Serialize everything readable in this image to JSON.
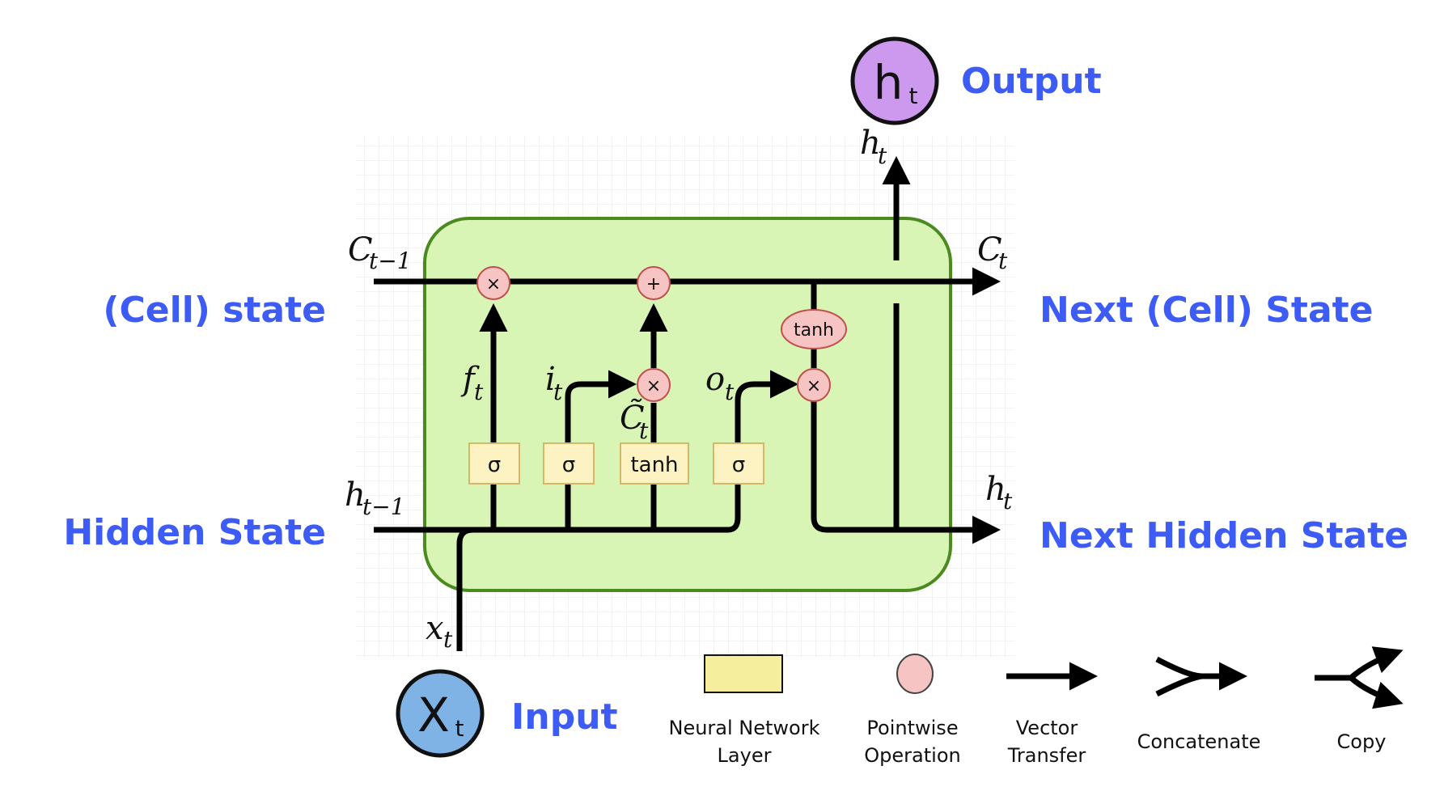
{
  "side_labels": {
    "cell_state": "(Cell) state",
    "hidden_state": "Hidden State",
    "next_cell_state": "Next (Cell) State",
    "next_hidden_state": "Next Hidden State",
    "output": "Output",
    "input": "Input"
  },
  "nodes": {
    "output_main": "h",
    "output_sub": "t",
    "input_main": "X",
    "input_sub": "t"
  },
  "math_labels": {
    "c_prev": "C",
    "c_prev_sub": "t−1",
    "c_next": "C",
    "c_next_sub": "t",
    "h_prev": "h",
    "h_prev_sub": "t−1",
    "h_next": "h",
    "h_next_sub": "t",
    "h_up": "h",
    "h_up_sub": "t",
    "x_in": "x",
    "x_in_sub": "t",
    "f": "f",
    "f_sub": "t",
    "i": "i",
    "i_sub": "t",
    "o": "o",
    "o_sub": "t",
    "c_tilde": "C̃",
    "c_tilde_sub": "t"
  },
  "layers": [
    "σ",
    "σ",
    "tanh",
    "σ"
  ],
  "pointwise": {
    "mult_forget": "×",
    "add": "+",
    "mult_input": "×",
    "tanh": "tanh",
    "mult_output": "×"
  },
  "legend": {
    "nn_layer_line1": "Neural Network",
    "nn_layer_line2": "Layer",
    "pointwise_line1": "Pointwise",
    "pointwise_line2": "Operation",
    "vector_line1": "Vector",
    "vector_line2": "Transfer",
    "concatenate": "Concatenate",
    "copy": "Copy"
  },
  "colors": {
    "label_blue": "#3d5bf5",
    "cell_fill": "#d9f5b5",
    "cell_border": "#4a8a1f",
    "layer_fill": "#fdf2c2",
    "layer_border": "#d4b86a",
    "pointwise_fill": "#f7c4c4",
    "pointwise_border": "#c0504d",
    "output_node": "#cc99ee",
    "input_node": "#7fb2e5"
  }
}
